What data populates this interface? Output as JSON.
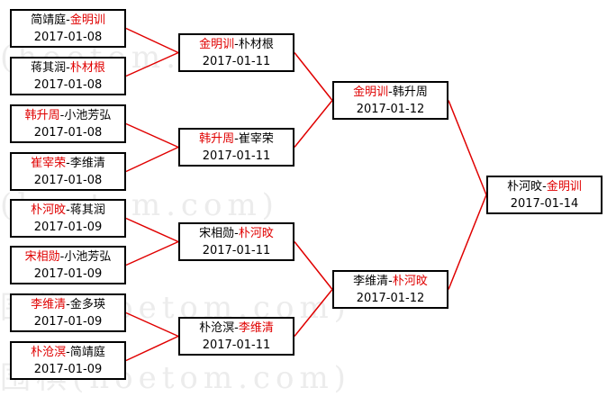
{
  "colors": {
    "winner": "#e00000",
    "line": "#e00000",
    "border": "#000000"
  },
  "watermark": [
    "(hoetom.com)",
    "(hoetom.com)",
    "围棋(hoetom.com)",
    "围棋(hoetom.com)"
  ],
  "round1": [
    {
      "p1": "简靖庭",
      "p2": "金明训",
      "winner": 2,
      "date": "2017-01-08"
    },
    {
      "p1": "蒋其润",
      "p2": "朴材根",
      "winner": 2,
      "date": "2017-01-08"
    },
    {
      "p1": "韩升周",
      "p2": "小池芳弘",
      "winner": 1,
      "date": "2017-01-08"
    },
    {
      "p1": "崔宰荣",
      "p2": "李维清",
      "winner": 1,
      "date": "2017-01-08"
    },
    {
      "p1": "朴河旼",
      "p2": "蒋其润",
      "winner": 1,
      "date": "2017-01-09"
    },
    {
      "p1": "宋相勋",
      "p2": "小池芳弘",
      "winner": 1,
      "date": "2017-01-09"
    },
    {
      "p1": "李维清",
      "p2": "金多瑛",
      "winner": 1,
      "date": "2017-01-09"
    },
    {
      "p1": "朴沧溟",
      "p2": "简靖庭",
      "winner": 1,
      "date": "2017-01-09"
    }
  ],
  "round2": [
    {
      "p1": "金明训",
      "p2": "朴材根",
      "winner": 1,
      "date": "2017-01-11"
    },
    {
      "p1": "韩升周",
      "p2": "崔宰荣",
      "winner": 1,
      "date": "2017-01-11"
    },
    {
      "p1": "宋相勋",
      "p2": "朴河旼",
      "winner": 2,
      "date": "2017-01-11"
    },
    {
      "p1": "朴沧溟",
      "p2": "李维清",
      "winner": 2,
      "date": "2017-01-11"
    }
  ],
  "round3": [
    {
      "p1": "金明训",
      "p2": "韩升周",
      "winner": 1,
      "date": "2017-01-12"
    },
    {
      "p1": "李维清",
      "p2": "朴河旼",
      "winner": 2,
      "date": "2017-01-12"
    }
  ],
  "final": [
    {
      "p1": "朴河旼",
      "p2": "金明训",
      "winner": 2,
      "date": "2017-01-14"
    }
  ]
}
